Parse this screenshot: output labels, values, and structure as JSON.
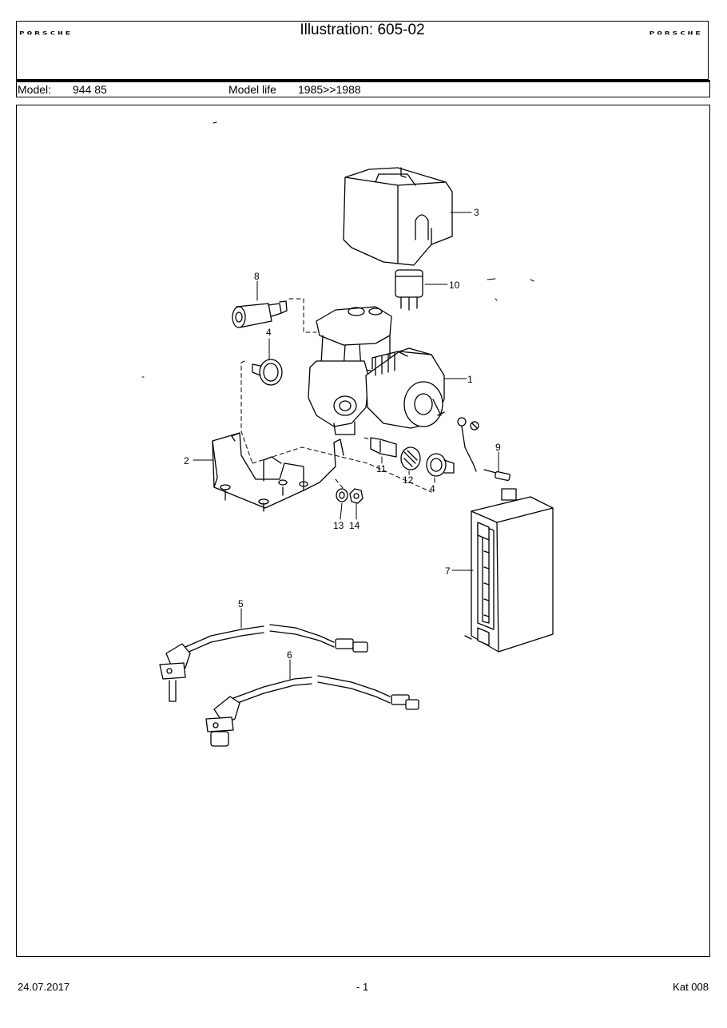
{
  "header": {
    "brand_left": "PORSCHE",
    "title": "Illustration: 605-02",
    "brand_right": "PORSCHE"
  },
  "model_row": {
    "model_label": "Model:",
    "model_value": "944 85",
    "model_life_label": "Model life",
    "model_life_value": "1985>>1988"
  },
  "callouts": {
    "c1": "1",
    "c2": "2",
    "c3": "3",
    "c4a": "4",
    "c4b": "4",
    "c5": "5",
    "c6": "6",
    "c7": "7",
    "c8": "8",
    "c9": "9",
    "c10": "10",
    "c11": "11",
    "c12": "12",
    "c13": "13",
    "c14": "14"
  },
  "footer": {
    "date": "24.07.2017",
    "page": "- 1",
    "catalog": "Kat 008"
  }
}
